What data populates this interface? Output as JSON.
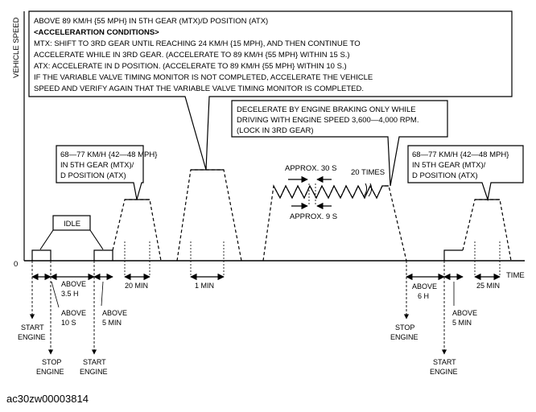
{
  "axes": {
    "y_label": "VEHICLE SPEED",
    "origin": "0",
    "x_label": "TIME"
  },
  "callouts": {
    "main": [
      "ABOVE 89 KM/H {55 MPH} IN 5TH GEAR (MTX)/D POSITION (ATX)",
      "<ACCELERARTION CONDITIONS>",
      "MTX: SHIFT TO 3RD GEAR UNTIL REACHING 24 KM/H {15 MPH}, AND THEN CONTINUE TO",
      "ACCELERATE WHILE IN 3RD GEAR. (ACCELERATE TO 89 KM/H {55 MPH} WITHIN 15 S.)",
      "ATX: ACCELERATE IN D POSITION. (ACCELERATE TO 89 KM/H {55 MPH} WITHIN 10 S.)",
      "IF THE VARIABLE VALVE TIMING MONITOR IS NOT COMPLETED, ACCELERATE THE VEHICLE",
      "SPEED AND VERIFY AGAIN THAT THE VARIABLE VALVE TIMING MONITOR IS COMPLETED."
    ],
    "decel": [
      "DECELERATE BY ENGINE BRAKING ONLY WHILE",
      "DRIVING WITH ENGINE SPEED 3,600—4,000 RPM.",
      "(LOCK IN 3RD GEAR)"
    ],
    "left_speed": [
      "68—77 KM/H {42—48 MPH}",
      "IN 5TH GEAR (MTX)/",
      "D POSITION (ATX)"
    ],
    "right_speed": [
      "68—77 KM/H {42—48 MPH}",
      "IN 5TH GEAR (MTX)/",
      "D POSITION (ATX)"
    ],
    "idle": "IDLE"
  },
  "annotations": {
    "approx_30s": "APPROX. 30 S",
    "approx_9s": "APPROX. 9 S",
    "times_20": "20 TIMES"
  },
  "durations": {
    "above_3_5h": [
      "ABOVE",
      "3.5 H"
    ],
    "above_10s": [
      "ABOVE",
      "10 S"
    ],
    "above_5min_1": [
      "ABOVE",
      "5 MIN"
    ],
    "min_20": "20 MIN",
    "min_1": "1 MIN",
    "above_6h": [
      "ABOVE",
      "6 H"
    ],
    "above_5min_2": [
      "ABOVE",
      "5 MIN"
    ],
    "min_25": "25 MIN"
  },
  "events": {
    "start_engine_1": [
      "START",
      "ENGINE"
    ],
    "stop_engine_1": [
      "STOP",
      "ENGINE"
    ],
    "start_engine_2": [
      "START",
      "ENGINE"
    ],
    "stop_engine_2": [
      "STOP",
      "ENGINE"
    ],
    "start_engine_3": [
      "START",
      "ENGINE"
    ]
  },
  "figure_code": "ac30zw00003814"
}
